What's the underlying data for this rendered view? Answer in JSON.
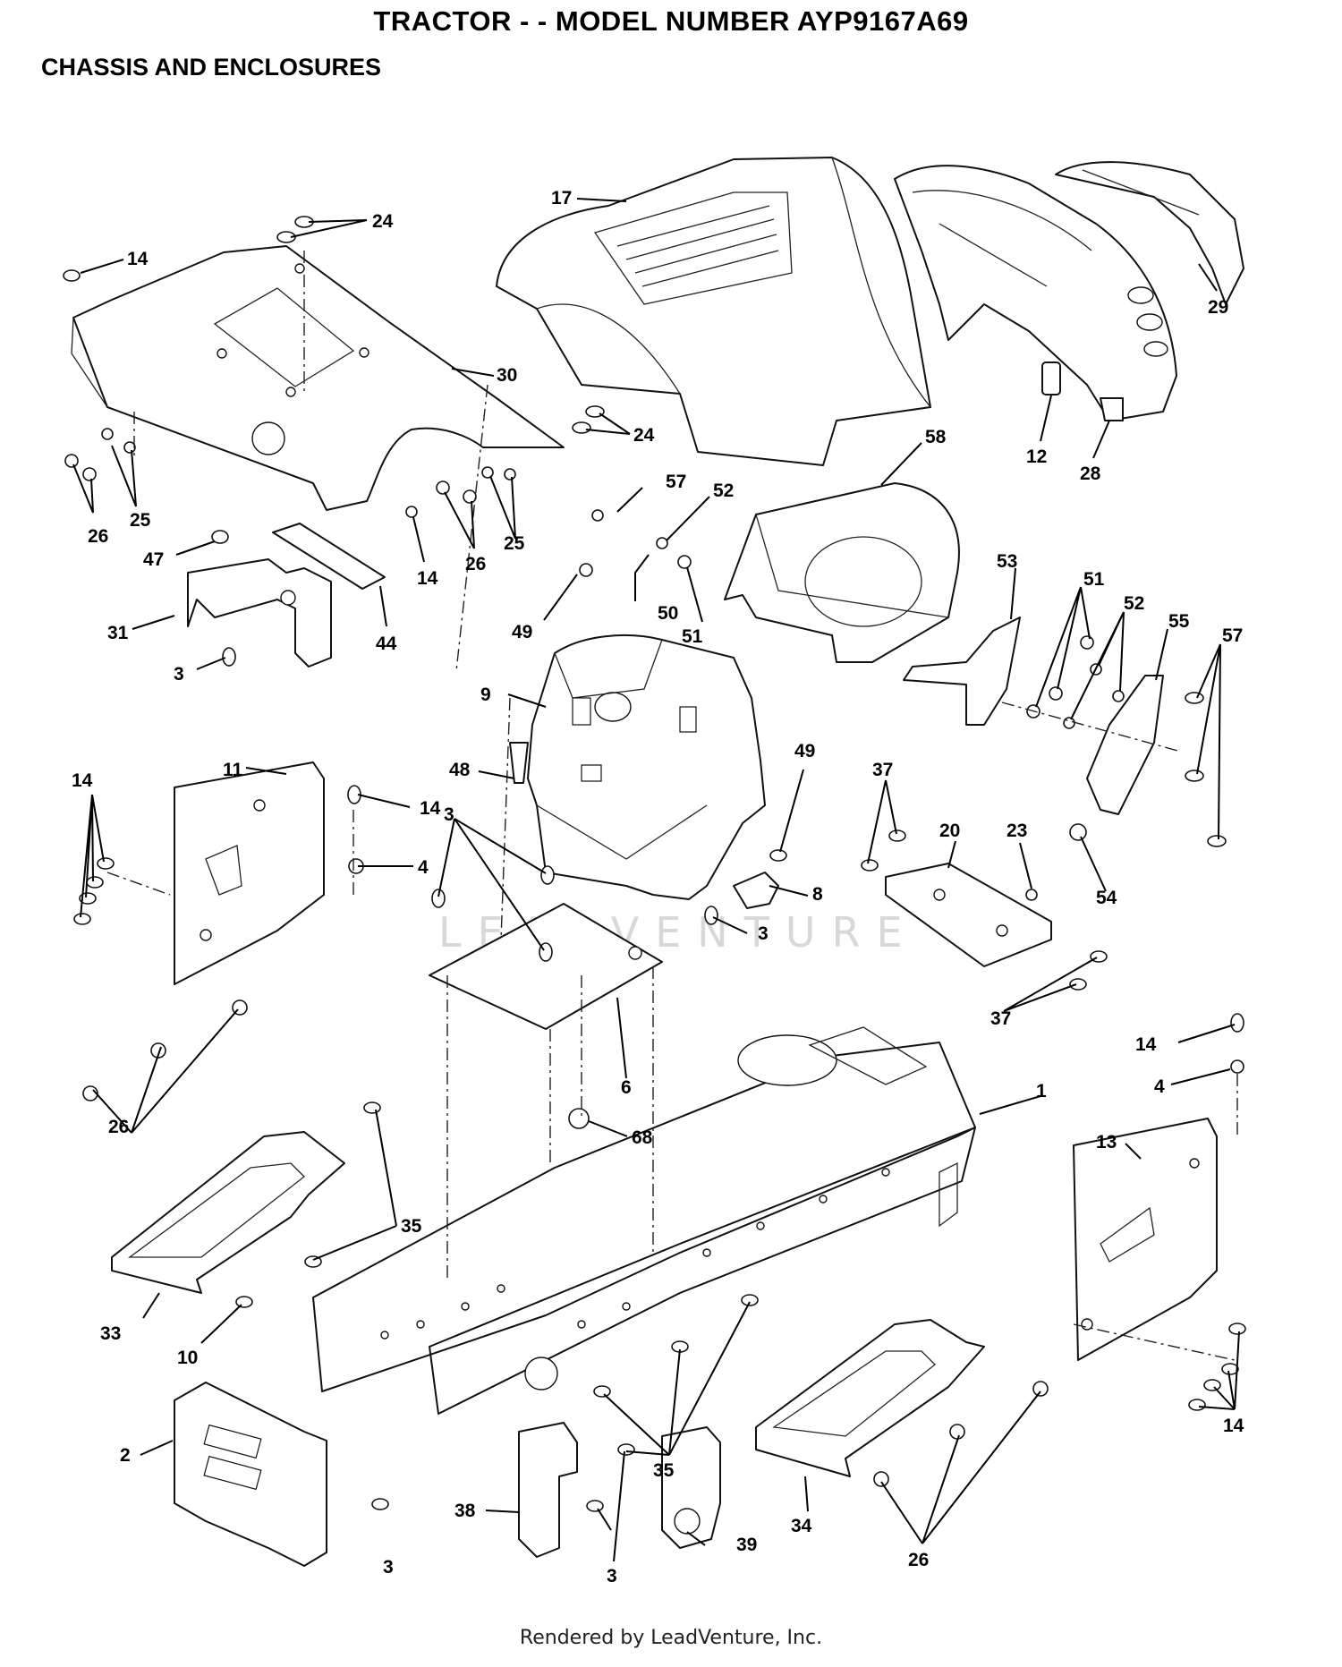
{
  "header": {
    "title": "TRACTOR - - MODEL NUMBER AYP9167A69",
    "subtitle": "CHASSIS AND ENCLOSURES"
  },
  "watermark": "LEADVENTURE",
  "footer": "Rendered by LeadVenture, Inc.",
  "callouts": {
    "c24a": "24",
    "c14a": "14",
    "c17": "17",
    "c29": "29",
    "c30": "30",
    "c24b": "24",
    "c58": "58",
    "c12": "12",
    "c28": "28",
    "c25a": "25",
    "c26a": "26",
    "c14b": "14",
    "c26b": "26",
    "c25b": "25",
    "c47": "47",
    "c44": "44",
    "c31": "31",
    "c3a": "3",
    "c57a": "57",
    "c52a": "52",
    "c49a": "49",
    "c50": "50",
    "c51a": "51",
    "c9": "9",
    "c53": "53",
    "c51b": "51",
    "c52b": "52",
    "c55": "55",
    "c57b": "57",
    "c48": "48",
    "c49b": "49",
    "c11": "11",
    "c14c": "14",
    "c14d": "14",
    "c4a": "4",
    "c3b": "3",
    "c37a": "37",
    "c20": "20",
    "c23": "23",
    "c54": "54",
    "c8": "8",
    "c3c": "3",
    "c37b": "37",
    "c6": "6",
    "c14e": "14",
    "c4b": "4",
    "c1": "1",
    "c68": "68",
    "c13": "13",
    "c26c": "26",
    "c35a": "35",
    "c33": "33",
    "c10": "10",
    "c2": "2",
    "c35b": "35",
    "c14f": "14",
    "c38": "38",
    "c3d": "3",
    "c3e": "3",
    "c34": "34",
    "c39": "39",
    "c26d": "26"
  }
}
